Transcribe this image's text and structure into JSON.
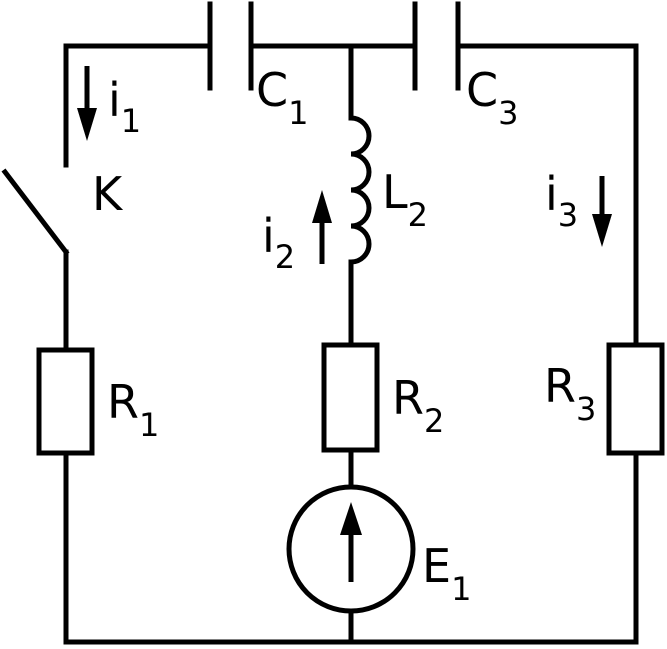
{
  "diagram": {
    "labels": {
      "C1": {
        "main": "C",
        "sub": "1"
      },
      "C3": {
        "main": "C",
        "sub": "3"
      },
      "L2": {
        "main": "L",
        "sub": "2"
      },
      "R1": {
        "main": "R",
        "sub": "1"
      },
      "R2": {
        "main": "R",
        "sub": "2"
      },
      "R3": {
        "main": "R",
        "sub": "3"
      },
      "E1": {
        "main": "E",
        "sub": "1"
      },
      "K": {
        "main": "K"
      },
      "i1": {
        "main": "i",
        "sub": "1"
      },
      "i2": {
        "main": "i",
        "sub": "2"
      },
      "i3": {
        "main": "i",
        "sub": "3"
      }
    },
    "colors": {
      "stroke": "#000000",
      "background": "#ffffff"
    }
  }
}
